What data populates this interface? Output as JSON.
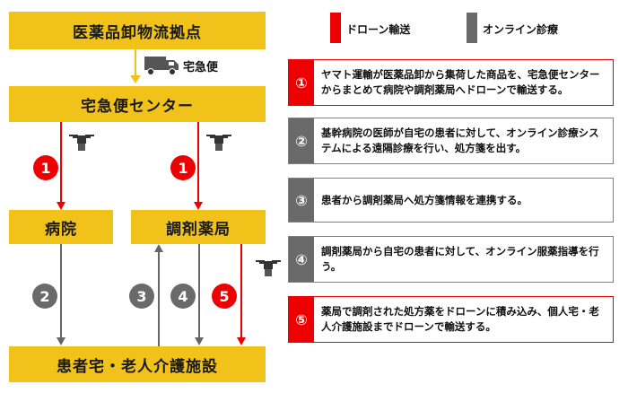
{
  "nodes": {
    "wholesaler": "医薬品卸物流拠点",
    "delivery_center": "宅急便センター",
    "hospital": "病院",
    "pharmacy": "調剤薬局",
    "home": "患者宅・老人介護施設"
  },
  "truck_label": "宅急便",
  "legend": {
    "drone": {
      "label": "ドローン輸送",
      "color": "#ee0000"
    },
    "online": {
      "label": "オンライン診療",
      "color": "#6a6a6a"
    }
  },
  "markers": {
    "m1": "1",
    "m1b": "1",
    "m2": "2",
    "m3": "3",
    "m4": "4",
    "m5": "5"
  },
  "steps": [
    {
      "num": "①",
      "text": "ヤマト運輸が医薬品卸から集荷した商品を、宅急便センターからまとめて病院や調剤薬局へドローンで輸送する。",
      "type": "drone"
    },
    {
      "num": "②",
      "text": "基幹病院の医師が自宅の患者に対して、オンライン診療システムによる遠隔診療を行い、処方箋を出す。",
      "type": "online"
    },
    {
      "num": "③",
      "text": "患者から調剤薬局へ処方箋情報を連携する。",
      "type": "online"
    },
    {
      "num": "④",
      "text": "調剤薬局から自宅の患者に対して、オンライン服薬指導を行う。",
      "type": "online"
    },
    {
      "num": "⑤",
      "text": "薬局で調剤された処方薬をドローンに積み込み、個人宅・老人介護施設までドローンで輸送する。",
      "type": "drone"
    }
  ],
  "colors": {
    "box": "#f1c31a",
    "drone": "#ee0000",
    "online": "#6a6a6a"
  }
}
